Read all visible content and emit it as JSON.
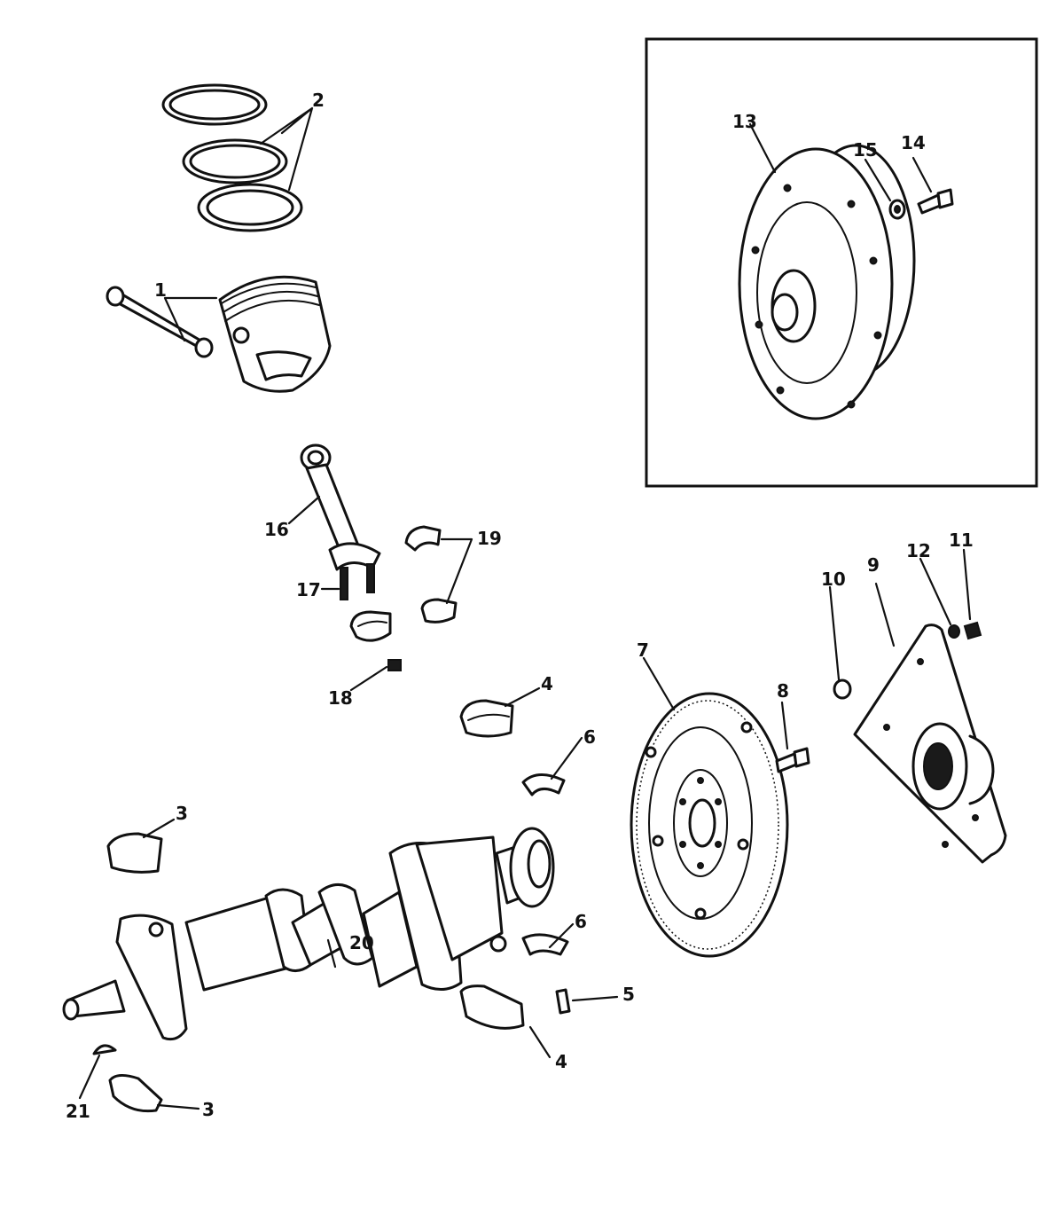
{
  "callouts": {
    "c1": "1",
    "c2": "2",
    "c3a": "3",
    "c3b": "3",
    "c4a": "4",
    "c4b": "4",
    "c5": "5",
    "c6a": "6",
    "c6b": "6",
    "c7": "7",
    "c8": "8",
    "c9": "9",
    "c10": "10",
    "c11": "11",
    "c12": "12",
    "c13": "13",
    "c14": "14",
    "c15": "15",
    "c16": "16",
    "c17": "17",
    "c18": "18",
    "c19": "19",
    "c20": "20",
    "c21": "21"
  }
}
